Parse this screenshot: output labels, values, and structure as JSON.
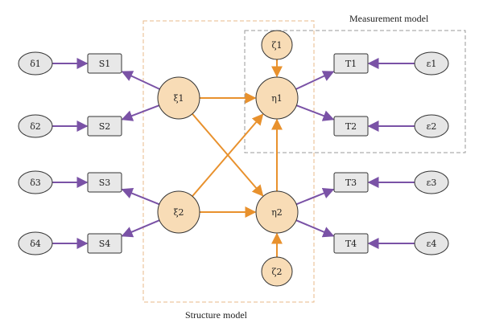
{
  "colors": {
    "latent_fill": "#f8dcb6",
    "latent_stroke": "#333333",
    "indicator_fill": "#e8e8e8",
    "error_fill": "#e6e6e6",
    "structural_arrow": "#e8912d",
    "measurement_arrow": "#7a52a6",
    "structure_frame": "#e8b98a",
    "measurement_frame": "#9a9a9a"
  },
  "labels": {
    "measurement_model": "Measurement model",
    "structure_model": "Structure model"
  },
  "latent": [
    {
      "id": "xi1",
      "label": "ξ1"
    },
    {
      "id": "xi2",
      "label": "ξ2"
    },
    {
      "id": "eta1",
      "label": "η1"
    },
    {
      "id": "eta2",
      "label": "η2"
    }
  ],
  "disturbances": [
    {
      "id": "zeta1",
      "label": "ζ1",
      "target": "eta1"
    },
    {
      "id": "zeta2",
      "label": "ζ2",
      "target": "eta2"
    }
  ],
  "indicators_left": [
    {
      "id": "S1",
      "label": "S1",
      "error": "δ1",
      "factor": "xi1"
    },
    {
      "id": "S2",
      "label": "S2",
      "error": "δ2",
      "factor": "xi1"
    },
    {
      "id": "S3",
      "label": "S3",
      "error": "δ3",
      "factor": "xi2"
    },
    {
      "id": "S4",
      "label": "S4",
      "error": "δ4",
      "factor": "xi2"
    }
  ],
  "indicators_right": [
    {
      "id": "T1",
      "label": "T1",
      "error": "ε1",
      "factor": "eta1"
    },
    {
      "id": "T2",
      "label": "T2",
      "error": "ε2",
      "factor": "eta1"
    },
    {
      "id": "T3",
      "label": "T3",
      "error": "ε3",
      "factor": "eta2"
    },
    {
      "id": "T4",
      "label": "T4",
      "error": "ε4",
      "factor": "eta2"
    }
  ],
  "structural_paths": [
    {
      "from": "xi1",
      "to": "eta1"
    },
    {
      "from": "xi1",
      "to": "eta2"
    },
    {
      "from": "xi2",
      "to": "eta1"
    },
    {
      "from": "xi2",
      "to": "eta2"
    },
    {
      "from": "eta2",
      "to": "eta1"
    }
  ]
}
